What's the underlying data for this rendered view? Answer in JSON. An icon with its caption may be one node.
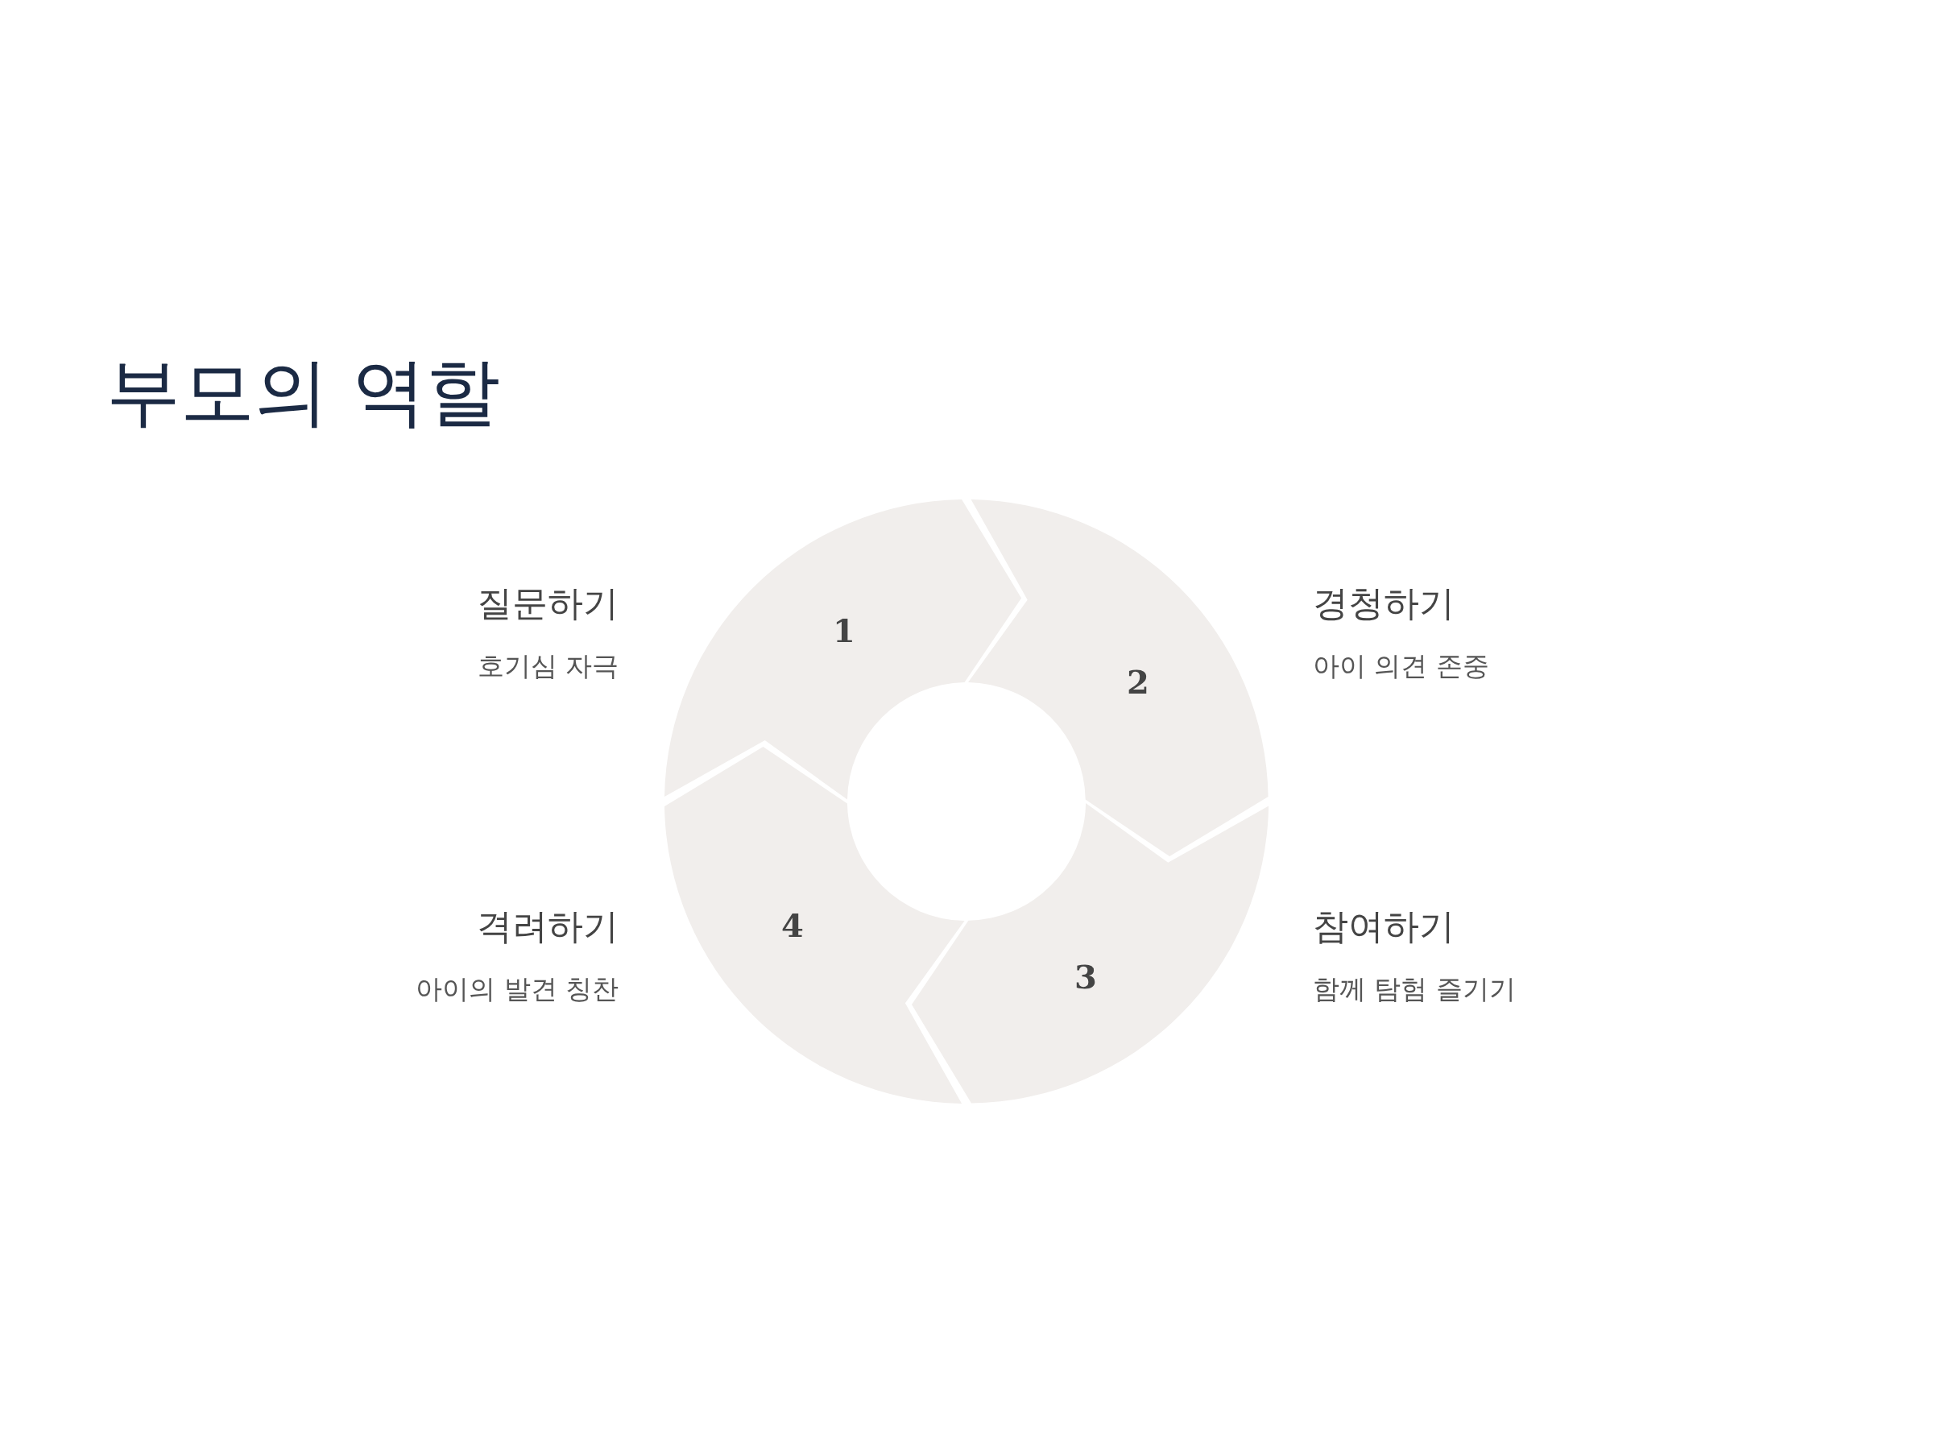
{
  "diagram": {
    "title": "부모의 역할",
    "nodes": [
      {
        "text": [
          "1"
        ],
        "beside": [
          "질문하기",
          "호기심 자극"
        ]
      },
      {
        "text": [
          "2"
        ],
        "beside": [
          "경청하기",
          "아이 의견 존중"
        ]
      },
      {
        "text": [
          "3"
        ],
        "beside": [
          "참여하기",
          "함께 탐험 즐기기"
        ]
      },
      {
        "text": [
          "4"
        ],
        "beside": [
          "격려하기",
          "아이의 발견 칭찬"
        ]
      }
    ]
  }
}
